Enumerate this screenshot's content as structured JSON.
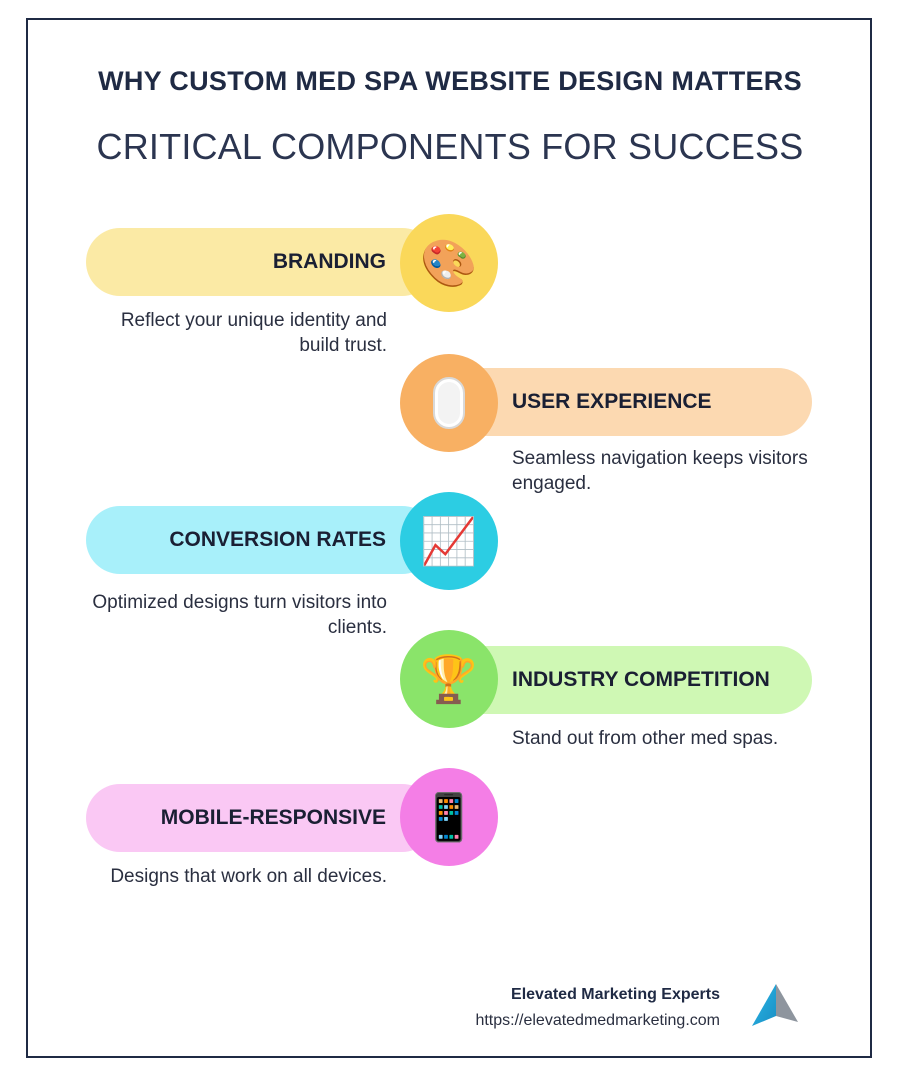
{
  "header": {
    "title": "WHY CUSTOM MED SPA WEBSITE DESIGN MATTERS",
    "subtitle": "CRITICAL COMPONENTS FOR SUCCESS"
  },
  "items": [
    {
      "label": "BRANDING",
      "icon": "🎨",
      "icon_name": "artist-palette-icon",
      "description": "Reflect your unique identity and build trust.",
      "pill_color": "#fbeaa5",
      "circle_color": "#fad85a"
    },
    {
      "label": "USER EXPERIENCE",
      "icon": "🖱️",
      "icon_name": "computer-mouse-icon",
      "description": "Seamless navigation keeps visitors engaged.",
      "pill_color": "#fcd9b1",
      "circle_color": "#f8b063"
    },
    {
      "label": "CONVERSION RATES",
      "icon": "📈",
      "icon_name": "chart-increasing-icon",
      "description": "Optimized designs turn visitors into clients.",
      "pill_color": "#a8f0fa",
      "circle_color": "#2ccde3"
    },
    {
      "label": "INDUSTRY COMPETITION",
      "icon": "🏆",
      "icon_name": "trophy-icon",
      "description": "Stand out from other med spas.",
      "pill_color": "#cff8b4",
      "circle_color": "#8ae46a"
    },
    {
      "label": "MOBILE-RESPONSIVE",
      "icon": "📱",
      "icon_name": "mobile-phone-icon",
      "description": "Designs that work on all devices.",
      "pill_color": "#fac8f4",
      "circle_color": "#f47ee6"
    }
  ],
  "footer": {
    "company": "Elevated Marketing Experts",
    "url": "https://elevatedmedmarketing.com",
    "logo_name": "elevated-logo-icon"
  }
}
